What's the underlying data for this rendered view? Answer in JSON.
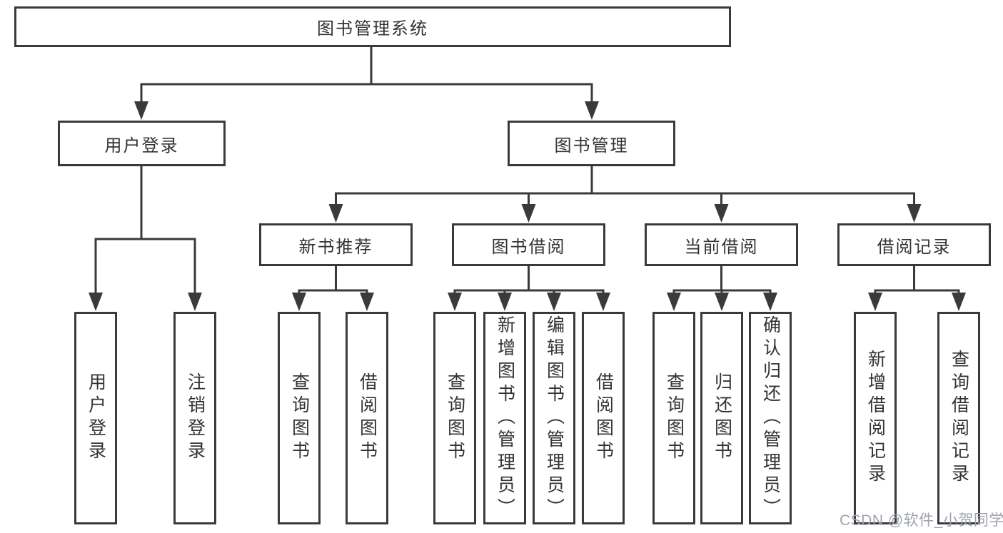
{
  "root": "图书管理系统",
  "level2": [
    "用户登录",
    "图书管理"
  ],
  "level3": [
    "新书推荐",
    "图书借阅",
    "当前借阅",
    "借阅记录"
  ],
  "leaves": [
    "用户登录",
    "注销登录",
    "查询图书",
    "借阅图书",
    "查询图书",
    "新增图书（管理员）",
    "编辑图书（管理员）",
    "借阅图书",
    "查询图书",
    "归还图书",
    "确认归还（管理员）",
    "新增借阅记录",
    "查询借阅记录"
  ],
  "watermark": "CSDN @软件_小贺同学",
  "colors": {
    "line": "#3a3a3a",
    "text": "#333333",
    "background": "#ffffff",
    "watermark": "#9fa3b0"
  }
}
